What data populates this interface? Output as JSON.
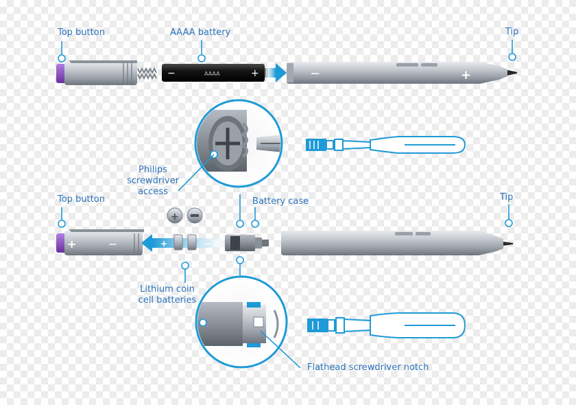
{
  "labels": {
    "top_button_1": "Top button",
    "aaaa_battery": "AAAA battery",
    "tip_1": "Tip",
    "philips_line1": "Philips",
    "philips_line2": "screwdriver",
    "philips_line3": "access",
    "battery_case": "Battery case",
    "top_button_2": "Top button",
    "tip_2": "Tip",
    "lithium_line1": "Lithium coin",
    "lithium_line2": "cell batteries",
    "flathead_notch": "Flathead screwdriver notch"
  },
  "battery_text": "AAAA",
  "colors": {
    "accent": "#1e9ad6",
    "label": "#2a72b8",
    "pen_silver": "#b8bcc4",
    "pen_dark": "#7c828c",
    "button_purple": "#8a4fc0",
    "battery_black": "#1c1c1c"
  }
}
